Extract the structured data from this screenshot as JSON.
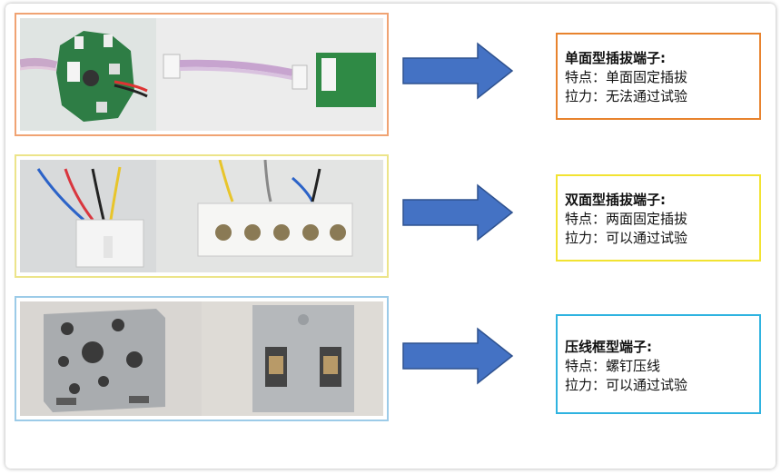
{
  "rows": [
    {
      "frame_color": "#f0a373",
      "box_color": "#e8832e",
      "title": "单面型插拔端子:",
      "feature": "特点：单面固定插拔",
      "pull": "拉力：无法通过试验",
      "photo_left": "pcb-board-with-wire-harness",
      "photo_right": "flat-cable-with-connector"
    },
    {
      "frame_color": "#ece48a",
      "box_color": "#f2e332",
      "title": "双面型插拔端子:",
      "feature": "特点：两面固定插拔",
      "pull": "拉力：可以通过试验",
      "photo_left": "white-connector-plug",
      "photo_right": "white-five-pin-connector"
    },
    {
      "frame_color": "#9ccbe8",
      "box_color": "#2fb3e0",
      "title": "压线框型端子:",
      "feature": "特点：螺钉压线",
      "pull": "拉力：可以通过试验",
      "photo_left": "grey-terminal-block-top",
      "photo_right": "grey-terminal-block-side"
    }
  ],
  "arrow_color": "#4472c4"
}
